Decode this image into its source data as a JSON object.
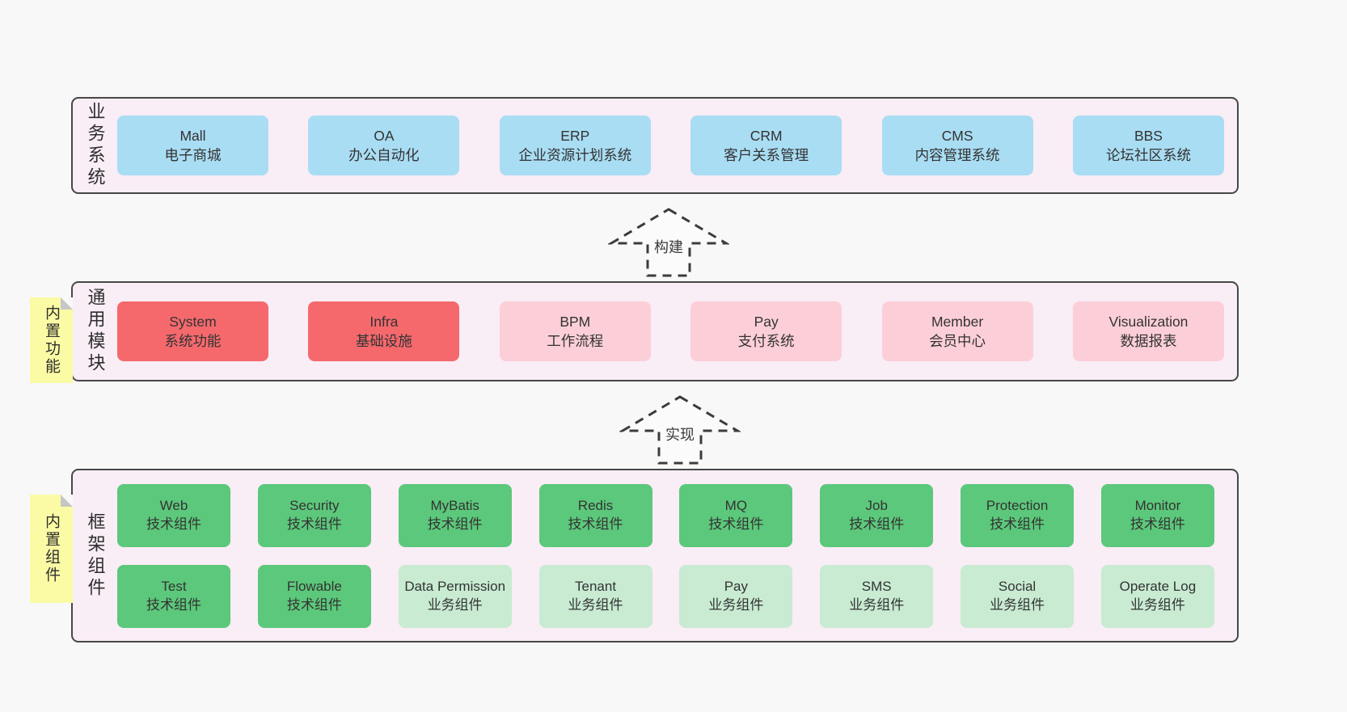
{
  "layers": {
    "business": {
      "label": "业务系统",
      "boxes": [
        {
          "name": "Mall",
          "desc": "电子商城"
        },
        {
          "name": "OA",
          "desc": "办公自动化"
        },
        {
          "name": "ERP",
          "desc": "企业资源计划系统"
        },
        {
          "name": "CRM",
          "desc": "客户关系管理"
        },
        {
          "name": "CMS",
          "desc": "内容管理系统"
        },
        {
          "name": "BBS",
          "desc": "论坛社区系统"
        }
      ]
    },
    "modules": {
      "label": "通用模块",
      "tag": "内置功能",
      "boxes": [
        {
          "name": "System",
          "desc": "系统功能"
        },
        {
          "name": "Infra",
          "desc": "基础设施"
        },
        {
          "name": "BPM",
          "desc": "工作流程"
        },
        {
          "name": "Pay",
          "desc": "支付系统"
        },
        {
          "name": "Member",
          "desc": "会员中心"
        },
        {
          "name": "Visualization",
          "desc": "数据报表"
        }
      ]
    },
    "components": {
      "label": "框架组件",
      "tag": "内置组件",
      "row1": [
        {
          "name": "Web",
          "desc": "技术组件"
        },
        {
          "name": "Security",
          "desc": "技术组件"
        },
        {
          "name": "MyBatis",
          "desc": "技术组件"
        },
        {
          "name": "Redis",
          "desc": "技术组件"
        },
        {
          "name": "MQ",
          "desc": "技术组件"
        },
        {
          "name": "Job",
          "desc": "技术组件"
        },
        {
          "name": "Protection",
          "desc": "技术组件"
        },
        {
          "name": "Monitor",
          "desc": "技术组件"
        }
      ],
      "row2": [
        {
          "name": "Test",
          "desc": "技术组件"
        },
        {
          "name": "Flowable",
          "desc": "技术组件"
        },
        {
          "name": "Data Permission",
          "desc": "业务组件"
        },
        {
          "name": "Tenant",
          "desc": "业务组件"
        },
        {
          "name": "Pay",
          "desc": "业务组件"
        },
        {
          "name": "SMS",
          "desc": "业务组件"
        },
        {
          "name": "Social",
          "desc": "业务组件"
        },
        {
          "name": "Operate Log",
          "desc": "业务组件"
        }
      ]
    }
  },
  "arrows": {
    "build": "构建",
    "implement": "实现"
  },
  "colors": {
    "business_box_blue": "#a9ddf3",
    "module_box_red": "#f5696d",
    "module_box_pink": "#fccfd8",
    "tech_component_green": "#5cc87b",
    "biz_component_light_green": "#c8ebd2",
    "panel_background": "#f9edf6",
    "sticky_tag_yellow": "#fbfba5",
    "panel_border": "#474747",
    "page_background": "#f8f8f8",
    "text": "#333333"
  }
}
